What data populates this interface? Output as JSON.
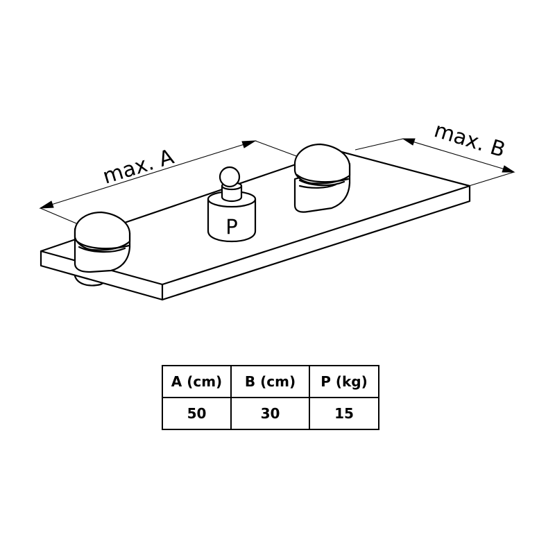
{
  "labels": {
    "dimension_a": "max. A",
    "dimension_b": "max. B",
    "weight": "P"
  },
  "table": {
    "headers": [
      "A (cm)",
      "B (cm)",
      "P (kg)"
    ],
    "values": [
      "50",
      "30",
      "15"
    ]
  }
}
